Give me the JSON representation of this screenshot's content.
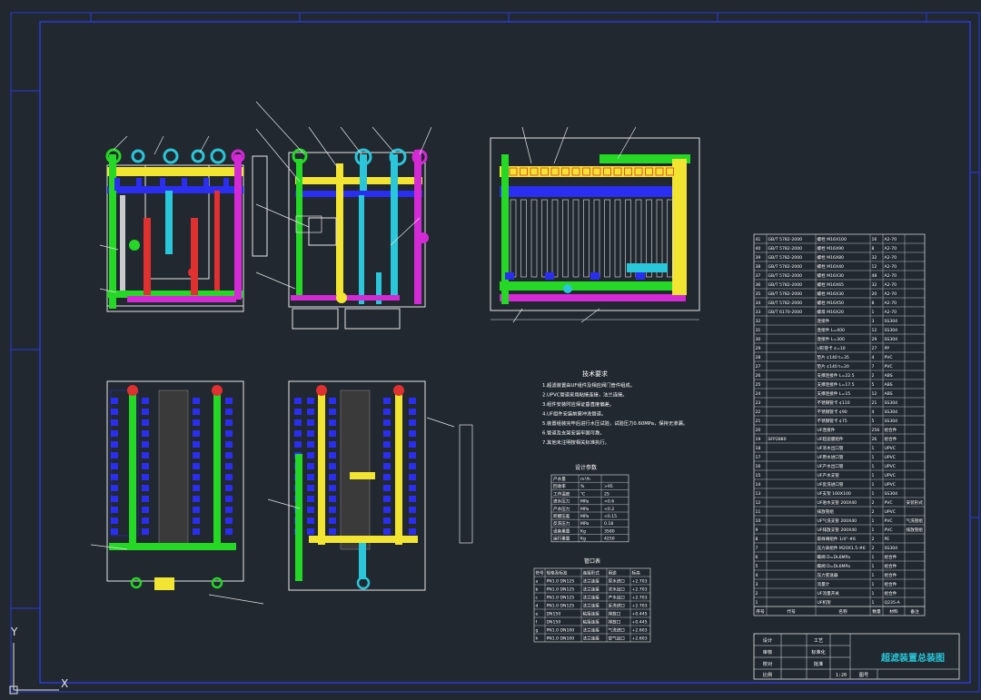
{
  "drawing": {
    "title": "超滤装置总装图",
    "scale_label": "1:20",
    "notes_heading": "技术要求",
    "notes": [
      "1.超滤装置由UF组件及相应阀门管件组成。",
      "2.UPVC管道采用粘接连接，法兰连接。",
      "3.组件安装时应保证垂直度偏差。",
      "4.UF组件安装前需冲洗管道。",
      "5.装置组装完毕后进行水压试验，试验压力0.60MPa，保持无渗漏。",
      "6.管道及支架安装牢固可靠。",
      "7.其他未注明按相关标准执行。"
    ]
  },
  "design_params": {
    "heading": "设计参数",
    "rows": [
      {
        "name": "产水量",
        "unit": "m³/h",
        "value": ""
      },
      {
        "name": "回收率",
        "unit": "%",
        "value": ">95"
      },
      {
        "name": "工作温度",
        "unit": "℃",
        "value": "25"
      },
      {
        "name": "进水压力",
        "unit": "MPa",
        "value": "<0.6"
      },
      {
        "name": "产水压力",
        "unit": "MPa",
        "value": "<0.2"
      },
      {
        "name": "跨膜压差",
        "unit": "MPa",
        "value": "<0.15"
      },
      {
        "name": "反洗压力",
        "unit": "MPa",
        "value": "0.18"
      },
      {
        "name": "设备重量",
        "unit": "Kg",
        "value": "3580"
      },
      {
        "name": "运行重量",
        "unit": "Kg",
        "value": "4250"
      }
    ]
  },
  "nozzle_table": {
    "heading": "管口表",
    "headers": [
      "符号",
      "规格及标准",
      "连接形式",
      "用途",
      "标高"
    ],
    "rows": [
      [
        "a",
        "PN1.0 DN125",
        "法兰连接",
        "原水进口",
        "+2.703"
      ],
      [
        "b",
        "PN1.0 DN125",
        "法兰连接",
        "浓水出口",
        "+2.703"
      ],
      [
        "c",
        "PN1.0 DN125",
        "法兰连接",
        "产水出口",
        "+2.703"
      ],
      [
        "d",
        "PN1.0 DN125",
        "法兰连接",
        "反洗进口",
        "+2.703"
      ],
      [
        "e",
        "DN150",
        "粘接连接",
        "排放口",
        "+0.445"
      ],
      [
        "f",
        "DN150",
        "粘接连接",
        "排放口",
        "+0.445"
      ],
      [
        "g",
        "PN1.0 DN100",
        "法兰连接",
        "气洗进口",
        "+2.603"
      ],
      [
        "h",
        "PN1.0 DN100",
        "法兰连接",
        "空气出口",
        "+2.603"
      ]
    ]
  },
  "bom": {
    "headers": [
      "序号",
      "代号",
      "名称",
      "数量",
      "材料",
      "备注"
    ],
    "rows": [
      [
        "41",
        "GB/T 5782-2000",
        "螺栓 M16X100",
        "16",
        "A2-70",
        ""
      ],
      [
        "40",
        "GB/T 5782-2000",
        "螺栓 M16X90",
        "8",
        "A2-70",
        ""
      ],
      [
        "39",
        "GB/T 5782-2000",
        "螺栓 M16X80",
        "32",
        "A2-70",
        ""
      ],
      [
        "38",
        "GB/T 5782-2000",
        "螺栓 M16X40",
        "12",
        "A2-70",
        ""
      ],
      [
        "37",
        "GB/T 5782-2000",
        "螺栓 M16X30",
        "48",
        "A2-70",
        ""
      ],
      [
        "36",
        "GB/T 5782-2000",
        "螺栓 M16X65",
        "32",
        "A2-70",
        ""
      ],
      [
        "35",
        "GB/T 5782-2000",
        "螺栓 M16X30",
        "20",
        "A2-70",
        ""
      ],
      [
        "34",
        "GB/T 5782-2000",
        "螺栓 M16X50",
        "8",
        "A2-70",
        ""
      ],
      [
        "33",
        "GB/T 6170-2000",
        "螺母 M16X20",
        "1",
        "A2-70",
        ""
      ],
      [
        "32",
        "",
        "连接件",
        "3",
        "SS304",
        ""
      ],
      [
        "31",
        "",
        "连接件 L=400",
        "12",
        "SS304",
        ""
      ],
      [
        "30",
        "",
        "连接件 L=300",
        "29",
        "SS304",
        ""
      ],
      [
        "29",
        "",
        "U形管卡 ¢=10",
        "27",
        "PP",
        ""
      ],
      [
        "28",
        "",
        "垫片 ¢140 t=35",
        "4",
        "PVC",
        ""
      ],
      [
        "27",
        "",
        "垫片 ¢140 t=20",
        "7",
        "PVC",
        ""
      ],
      [
        "26",
        "",
        "支撑连接件 L=22.5",
        "2",
        "ABS",
        ""
      ],
      [
        "25",
        "",
        "支撑连接件 L=17.5",
        "5",
        "ABS",
        ""
      ],
      [
        "24",
        "",
        "支撑连接件 L=15",
        "12",
        "ABS",
        ""
      ],
      [
        "23",
        "",
        "不锈钢管卡 ¢110",
        "21",
        "SS304",
        ""
      ],
      [
        "22",
        "",
        "不锈钢管卡 ¢90",
        "4",
        "SS304",
        ""
      ],
      [
        "21",
        "",
        "不锈钢管卡 ¢75",
        "5",
        "SS304",
        ""
      ],
      [
        "20",
        "",
        "UF连接件",
        "256",
        "组合件",
        ""
      ],
      [
        "19",
        "SFP2880",
        "UF超滤膜组件",
        "26",
        "组合件",
        ""
      ],
      [
        "18",
        "",
        "UF浓水出口管",
        "1",
        "UPVC",
        ""
      ],
      [
        "17",
        "",
        "UF原水进口管",
        "1",
        "UPVC",
        ""
      ],
      [
        "16",
        "",
        "UF产水出口管",
        "1",
        "UPVC",
        ""
      ],
      [
        "15",
        "",
        "UF产水支管",
        "1",
        "UPVC",
        ""
      ],
      [
        "14",
        "",
        "UF反洗进口管",
        "1",
        "UPVC",
        ""
      ],
      [
        "13",
        "",
        "UF支架 160X100",
        "1",
        "SS304",
        ""
      ],
      [
        "12",
        "",
        "UF进水支管 200X40",
        "2",
        "PVC",
        "安装形式"
      ],
      [
        "11",
        "",
        "排放管组",
        "2",
        "UPVC",
        ""
      ],
      [
        "10",
        "",
        "UF气洗支管 200X40",
        "1",
        "PVC",
        "气洗管组"
      ],
      [
        "9",
        "",
        "UF排放支管 200X40",
        "1",
        "PVC",
        "排放管组"
      ],
      [
        "8",
        "",
        "取样阀组件 1/4\"-#6",
        "2",
        "PE",
        ""
      ],
      [
        "7",
        "",
        "压力表组件 M20X1.5-#6",
        "2",
        "SS304",
        ""
      ],
      [
        "6",
        "",
        "蝶阀 D=DL6MPa",
        "1",
        "组合件",
        ""
      ],
      [
        "5",
        "",
        "蝶阀 D=DL6MPa",
        "1",
        "组合件",
        ""
      ],
      [
        "4",
        "",
        "压力变送器",
        "1",
        "组合件",
        ""
      ],
      [
        "3",
        "",
        "流量计",
        "1",
        "组合件",
        ""
      ],
      [
        "2",
        "",
        "UF流量开关",
        "1",
        "组合件",
        ""
      ],
      [
        "1",
        "",
        "UF机架",
        "1",
        "Q235-A",
        ""
      ]
    ]
  },
  "title_block": {
    "labels": [
      "设计",
      "审核",
      "校对",
      "工艺",
      "标准化",
      "批准",
      "比例",
      "图号"
    ]
  },
  "ucs": {
    "y_label": "Y",
    "x_label": "X"
  },
  "colors": {
    "background": "#212830",
    "frame": "#2b3bd6",
    "pipe_yellow": "#f2e531",
    "pipe_blue": "#2a2ef0",
    "pipe_green": "#25d825",
    "pipe_cyan": "#29c7d9",
    "pipe_magenta": "#d42ad6",
    "pipe_red": "#e03030",
    "line_white": "#e6e6e6"
  }
}
